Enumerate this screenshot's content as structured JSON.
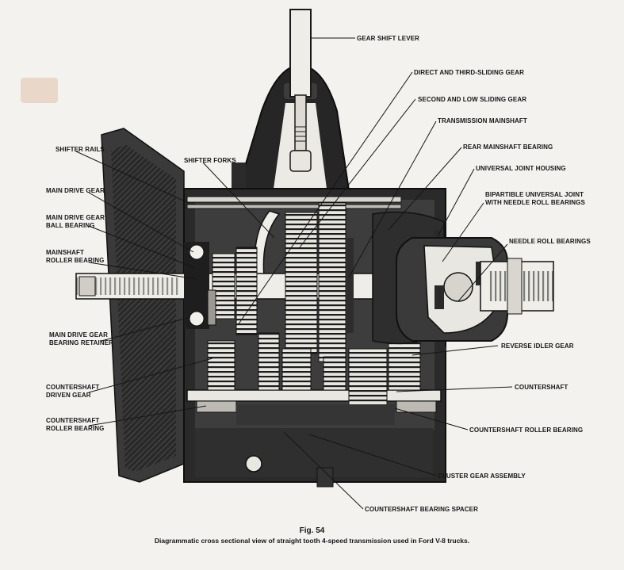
{
  "figure": {
    "number": "Fig. 54",
    "caption": "Diagrammatic cross sectional view of straight tooth 4-speed transmission used in Ford V-8 trucks."
  },
  "labels": {
    "gear_shift_lever": "GEAR SHIFT LEVER",
    "direct_third_sliding_gear": "DIRECT AND THIRD-SLIDING GEAR",
    "second_low_sliding_gear": "SECOND AND LOW SLIDING GEAR",
    "transmission_mainshaft": "TRANSMISSION MAINSHAFT",
    "rear_mainshaft_bearing": "REAR MAINSHAFT BEARING",
    "universal_joint_housing": "UNIVERSAL JOINT HOUSING",
    "bipartible_universal_joint": "BIPARTIBLE UNIVERSAL JOINT\nWITH NEEDLE ROLL BEARINGS",
    "needle_roll_bearings": "NEEDLE ROLL BEARINGS",
    "shifter_rails": "SHIFTER RAILS",
    "shifter_forks": "SHIFTER FORKS",
    "main_drive_gear": "MAIN DRIVE GEAR",
    "main_drive_gear_ball_bearing": "MAIN DRIVE GEAR\nBALL BEARING",
    "mainshaft_roller_bearing": "MAINSHAFT\nROLLER BEARING",
    "main_drive_gear_bearing_retainer": "MAIN DRIVE GEAR\nBEARING RETAINER",
    "countershaft_driven_gear": "COUNTERSHAFT\nDRIVEN GEAR",
    "countershaft_roller_bearing_left": "COUNTERSHAFT\nROLLER BEARING",
    "reverse_idler_gear": "REVERSE IDLER GEAR",
    "countershaft": "COUNTERSHAFT",
    "countershaft_roller_bearing_right": "COUNTERSHAFT ROLLER BEARING",
    "cluster_gear_assembly": "CLUSTER GEAR ASSEMBLY",
    "countershaft_bearing_spacer": "COUNTERSHAFT BEARING SPACER"
  }
}
